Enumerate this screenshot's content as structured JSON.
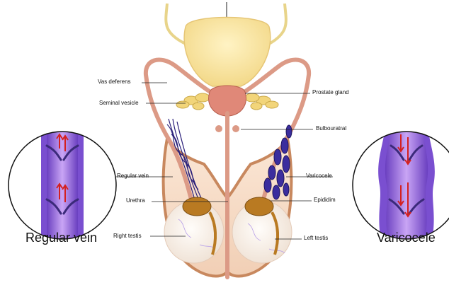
{
  "labels": {
    "vas_deferens": "Vas deferens",
    "seminal_vesicle": "Seminal vesicle",
    "regular_vein": "Regular vein",
    "urethra": "Urethra",
    "right_testis": "Right testis",
    "prostate_gland": "Prostate gland",
    "bulbourethral": "Bulbouratral",
    "varicocele": "Varicocele",
    "epididymis": "Epididim",
    "left_testis": "Left testis"
  },
  "insets": {
    "left_caption": "Regular vein",
    "right_caption": "Varicocele"
  },
  "colors": {
    "bladder": "#f8e4a0",
    "prostate": "#e08878",
    "vessel": "#dc9a86",
    "vein_purple": "#a070e0",
    "vein_dark": "#2a1f7a",
    "testis": "#fbf4ec",
    "epididymis": "#b97a22",
    "scrotum_outline": "#c8885e",
    "arrow": "#d42020"
  }
}
